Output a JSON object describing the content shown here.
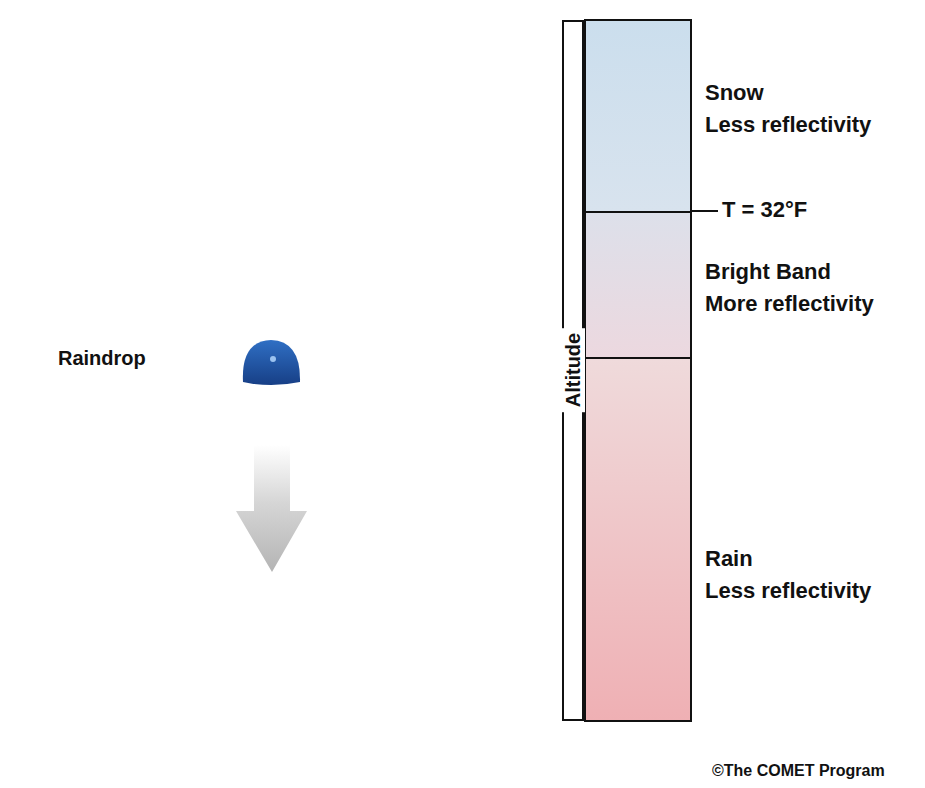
{
  "diagram": {
    "nodes": [
      {
        "text": [
          "Snow",
          "Less reflectivity"
        ]
      },
      {
        "text": [
          "Bright Band",
          "More reflectivity"
        ]
      },
      {
        "text": [
          "Rain",
          "Less reflectivity"
        ]
      }
    ],
    "labels": [
      "Raindrop",
      "T = 32°F",
      "Altitude",
      "©The COMET Program"
    ]
  }
}
